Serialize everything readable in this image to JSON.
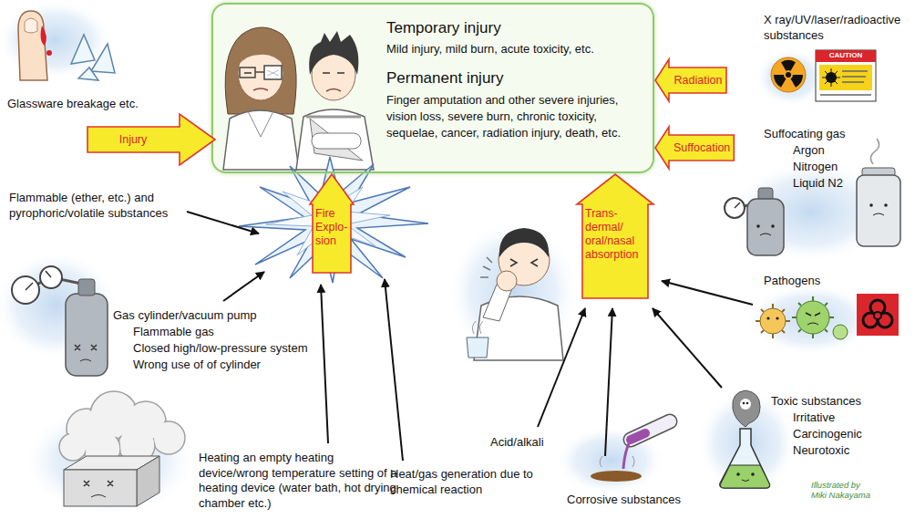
{
  "diagram": {
    "nodes": [
      {
        "text": [
          "Temporary injury",
          "Mild injury, mild burn, acute toxicity, etc.",
          "Permanent injury",
          "Finger amputation and other severe injuries, vision loss, severe burn, chronic toxicity, sequelae, cancer, radiation injury, death, etc."
        ]
      },
      {
        "text": [
          "Injury"
        ]
      },
      {
        "text": [
          "Radiation"
        ]
      },
      {
        "text": [
          "Suffocation"
        ]
      },
      {
        "text": [
          "Fire Explo- sion"
        ]
      },
      {
        "text": [
          "Trans- dermal/ oral/nasal absorption"
        ]
      }
    ],
    "labels": [
      "X ray/UV/laser/radioactive substances",
      "CAUTION",
      "Glassware breakage etc.",
      "Suffocating gas",
      "Argon",
      "Nitrogen",
      "Liquid N2",
      "Flammable (ether, etc.) and pyrophoric/volatile substances",
      "Pathogens",
      "Gas cylinder/vacuum pump",
      "Flammable gas",
      "Closed high/low-pressure system",
      "Wrong use of of cylinder",
      "Toxic substances",
      "Irritative",
      "Carcinogenic",
      "Neurotoxic",
      "Acid/alkali",
      "Heating an empty heating device/wrong temperature setting of a heating device (water bath, hot drying chamber etc.)",
      "Heat/gas generation due to chemical reaction",
      "Corrosive substances",
      "Illustrated by Miki Nakayama"
    ]
  }
}
